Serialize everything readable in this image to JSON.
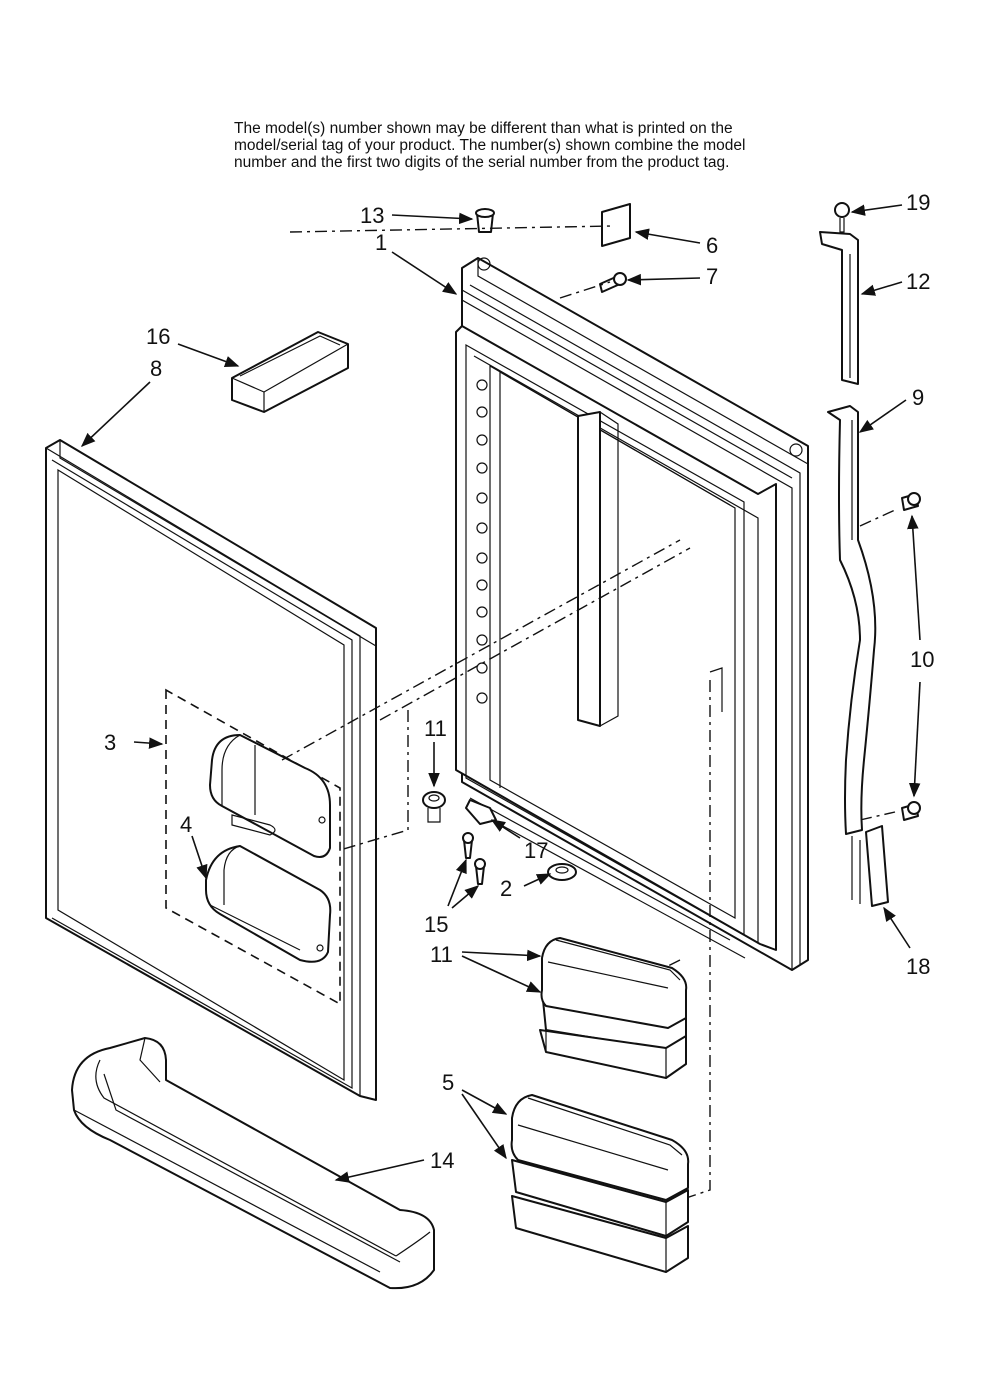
{
  "note": {
    "line1": "The model(s) number shown may be different than what is printed on the",
    "line2": "model/serial tag of your product. The number(s) shown combine the model",
    "line3": "number and the first two digits of the serial number from the product tag."
  },
  "callouts": [
    {
      "id": "c13",
      "text": "13"
    },
    {
      "id": "c1",
      "text": "1"
    },
    {
      "id": "c6",
      "text": "6"
    },
    {
      "id": "c7",
      "text": "7"
    },
    {
      "id": "c16",
      "text": "16"
    },
    {
      "id": "c8",
      "text": "8"
    },
    {
      "id": "c19",
      "text": "19"
    },
    {
      "id": "c12",
      "text": "12"
    },
    {
      "id": "c9",
      "text": "9"
    },
    {
      "id": "c10",
      "text": "10"
    },
    {
      "id": "c3",
      "text": "3"
    },
    {
      "id": "c4",
      "text": "4"
    },
    {
      "id": "c11a",
      "text": "11"
    },
    {
      "id": "c17",
      "text": "17"
    },
    {
      "id": "c2",
      "text": "2"
    },
    {
      "id": "c15",
      "text": "15"
    },
    {
      "id": "c11b",
      "text": "11"
    },
    {
      "id": "c18",
      "text": "18"
    },
    {
      "id": "c5",
      "text": "5"
    },
    {
      "id": "c14",
      "text": "14"
    }
  ]
}
